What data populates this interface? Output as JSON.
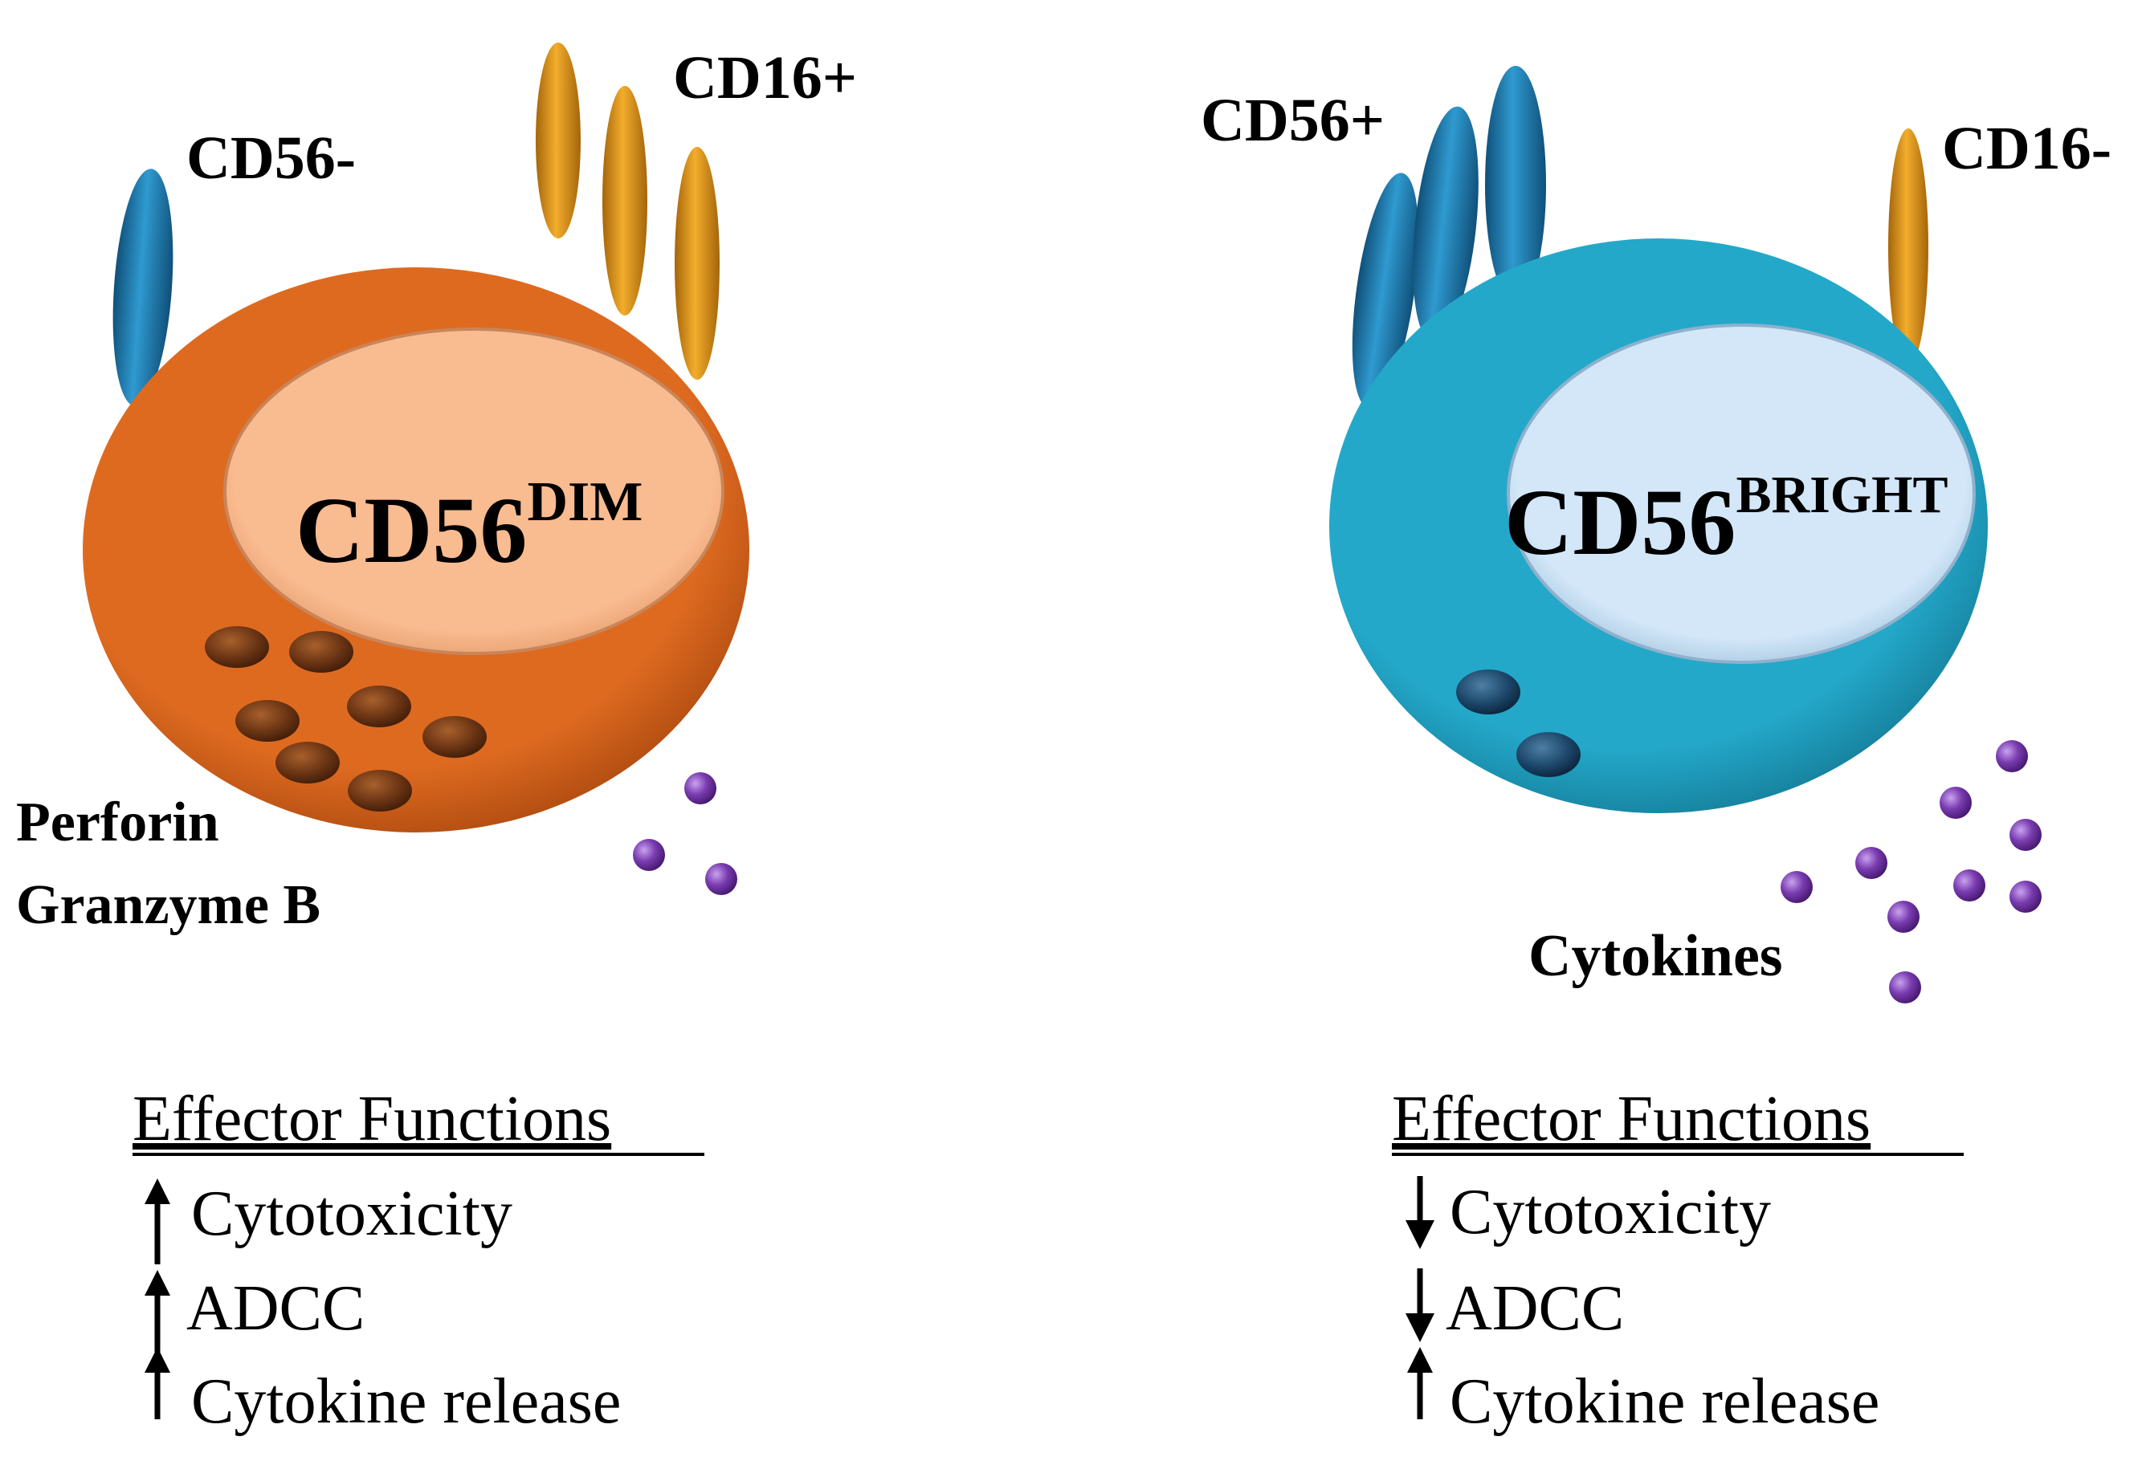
{
  "cells": [
    {
      "id": "dim",
      "name": "CD56",
      "superscript": "DIM",
      "colors": {
        "body": "#d9651c",
        "body_dark": "#9a420c",
        "nucleus": "#f8b68a",
        "granule": "#6a3414"
      },
      "markers": [
        {
          "label": "CD56-",
          "color": "#1a74a6",
          "count": 1
        },
        {
          "label": "CD16+",
          "color": "#d99012",
          "count": 3
        }
      ],
      "granule_label_lines": [
        "Perforin",
        "Granzyme B"
      ],
      "granule_count": 7,
      "effector": {
        "heading": "Effector Functions",
        "items": [
          {
            "direction": "up",
            "label": "Cytotoxicity"
          },
          {
            "direction": "up",
            "label": "ADCC"
          },
          {
            "direction": "up",
            "label": "Cytokine release"
          }
        ]
      }
    },
    {
      "id": "bright",
      "name": "CD56",
      "superscript": "BRIGHT",
      "colors": {
        "body": "#21a4c6",
        "body_dark": "#0f6f8b",
        "nucleus": "#cfe4f7",
        "granule": "#163e5e"
      },
      "markers": [
        {
          "label": "CD56+",
          "color": "#1a74a6",
          "count": 3
        },
        {
          "label": "CD16-",
          "color": "#d99012",
          "count": 1
        }
      ],
      "cytokine_label": "Cytokines",
      "granule_count": 2,
      "effector": {
        "heading": "Effector Functions",
        "items": [
          {
            "direction": "down",
            "label": "Cytotoxicity"
          },
          {
            "direction": "down",
            "label": "ADCC"
          },
          {
            "direction": "up",
            "label": "Cytokine release"
          }
        ]
      }
    }
  ],
  "cytokine_color": "#7a3cb0"
}
